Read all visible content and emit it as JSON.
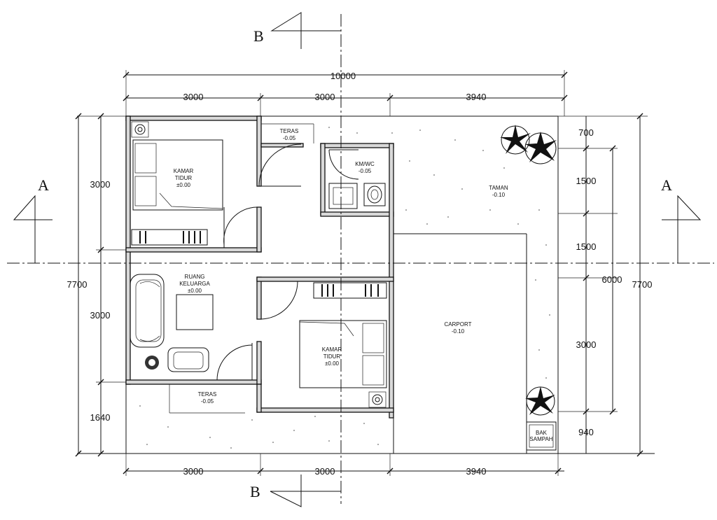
{
  "section_marks": {
    "b": "B",
    "a": "A"
  },
  "dimensions": {
    "overall_width": "10000",
    "top_1": "3000",
    "top_2": "3000",
    "top_3": "3940",
    "bottom_1": "3000",
    "bottom_2": "3000",
    "bottom_3": "3940",
    "left_1": "3000",
    "left_2": "3000",
    "left_3": "1640",
    "left_total": "7700",
    "right_1": "700",
    "right_2": "1500",
    "right_3": "1500",
    "right_4": "3000",
    "right_5": "940",
    "right_inner_total": "6000",
    "right_total": "7700"
  },
  "rooms": {
    "kamar_tidur_1": {
      "name_1": "KAMAR",
      "name_2": "TIDUR",
      "level": "±0.00"
    },
    "teras_top": {
      "name": "TERAS",
      "level": "-0.05"
    },
    "kmwc": {
      "name": "KM/WC",
      "level": "-0.05"
    },
    "taman": {
      "name": "TAMAN",
      "level": "-0.10"
    },
    "ruang_keluarga": {
      "name_1": "RUANG",
      "name_2": "KELUARGA",
      "level": "±0.00"
    },
    "kamar_tidur_2": {
      "name_1": "KAMAR",
      "name_2": "TIDUR",
      "level": "±0.00"
    },
    "carport": {
      "name": "CARPORT",
      "level": "-0.10"
    },
    "teras_bottom": {
      "name": "TERAS",
      "level": "-0.05"
    },
    "bak_sampah": {
      "name_1": "BAK",
      "name_2": "SAMPAH"
    }
  }
}
